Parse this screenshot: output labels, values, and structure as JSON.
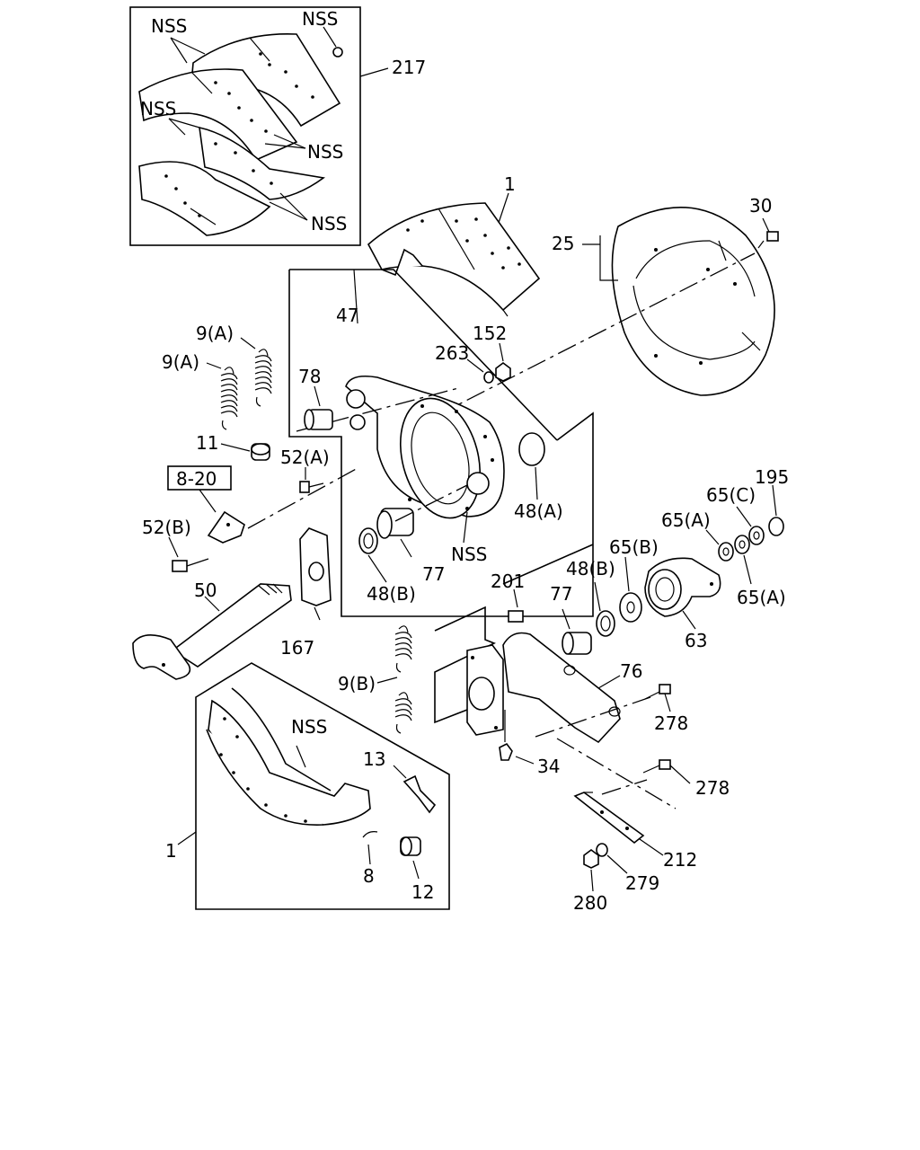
{
  "labels": {
    "nss_tl": "NSS",
    "nss_tr": "NSS",
    "nss_ml": "NSS",
    "nss_mr": "NSS",
    "nss_br": "NSS",
    "n217": "217",
    "n1_top": "1",
    "n25": "25",
    "n30": "30",
    "n47": "47",
    "n9a_1": "9(A)",
    "n9a_2": "9(A)",
    "n263": "263",
    "n152": "152",
    "n78": "78",
    "n11": "11",
    "n52a": "52(A)",
    "ref_8_20": "8-20",
    "n52b": "52(B)",
    "n48a": "48(A)",
    "nss_center": "NSS",
    "n77_center": "77",
    "n48b_center": "48(B)",
    "n50": "50",
    "n167": "167",
    "n201": "201",
    "n195": "195",
    "n65c": "65(C)",
    "n65a_1": "65(A)",
    "n65b": "65(B)",
    "n48b_right": "48(B)",
    "n77_right": "77",
    "n65a_2": "65(A)",
    "n63": "63",
    "n76": "76",
    "n9b": "9(B)",
    "n278_1": "278",
    "n34": "34",
    "nss_lower": "NSS",
    "n13": "13",
    "n278_2": "278",
    "n1_lower": "1",
    "n212": "212",
    "n8": "8",
    "n12": "12",
    "n279": "279",
    "n280": "280"
  }
}
